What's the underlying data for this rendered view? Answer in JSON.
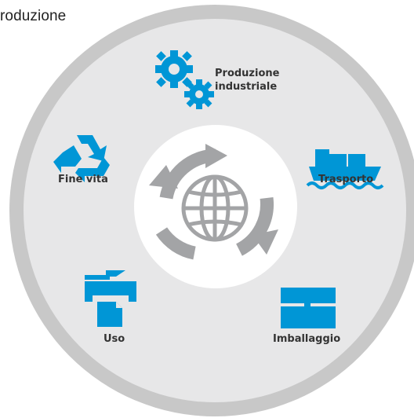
{
  "title": "roduzione",
  "stages": {
    "production": {
      "label_line1": "Produzione",
      "label_line2": "industriale",
      "icon": "gears-icon"
    },
    "transport": {
      "label": "Trasporto",
      "icon": "cargo-ship-icon"
    },
    "packaging": {
      "label": "Imballaggio",
      "icon": "box-icon"
    },
    "use": {
      "label": "Uso",
      "icon": "printer-icon"
    },
    "end_of_life": {
      "label": "Fine vita",
      "icon": "recycle-icon"
    }
  },
  "center": {
    "icon": "globe-icon",
    "cycle_icon": "cycle-arrows-icon"
  },
  "colors": {
    "outer_ring": "#c8c8c8",
    "disc": "#e7e7e8",
    "inner_white": "#ffffff",
    "gray_icon": "#a3a4a6",
    "accent_blue": "#0096d6",
    "label_text": "#333333"
  }
}
